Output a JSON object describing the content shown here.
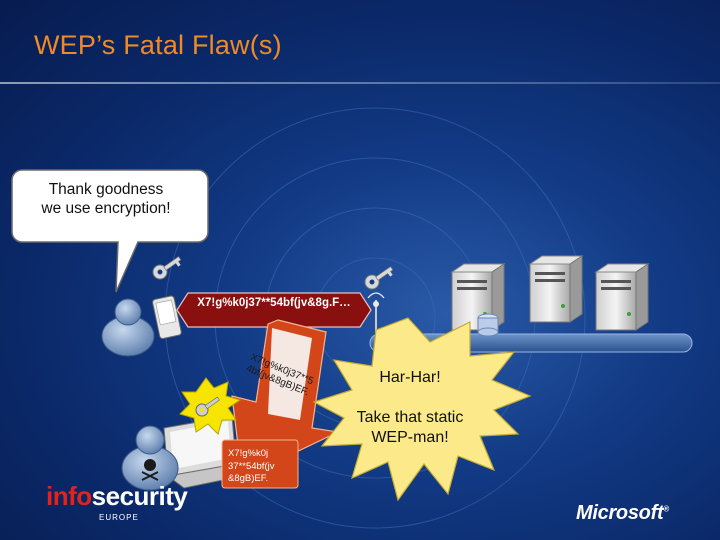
{
  "slide": {
    "title": "WEP’s Fatal Flaw(s)"
  },
  "speech_bubble": {
    "line1": "Thank goodness",
    "line2": "we use encryption!"
  },
  "ciphertext": {
    "bar": "X7!g%k0j37**54bf(jv&8g.F…",
    "arrow": "X7!g%k0j37**54bf(jv&8gB)EF.",
    "doc_line1": "X7!g%k0j",
    "doc_line2": "37**54bf(jv",
    "doc_line3": "&8gB)EF."
  },
  "burst": {
    "line1": "Har-Har!",
    "line2": "Take that static",
    "line3": "WEP-man!"
  },
  "logos": {
    "infosecurity_a": "info",
    "infosecurity_b": "security",
    "infosecurity_sub": "EUROPE",
    "microsoft": "Microsoft"
  },
  "colors": {
    "title": "#f08a24",
    "background": "#0a2766",
    "cipher_arrow": "#d2461a",
    "burst": "#fbe98a",
    "key_highlight": "#f6e500"
  },
  "icons": [
    "user-icon",
    "attacker-skull-icon",
    "laptop-icon",
    "pda-icon",
    "key-icon",
    "access-point-icon",
    "server-icon",
    "network-bar-icon"
  ]
}
